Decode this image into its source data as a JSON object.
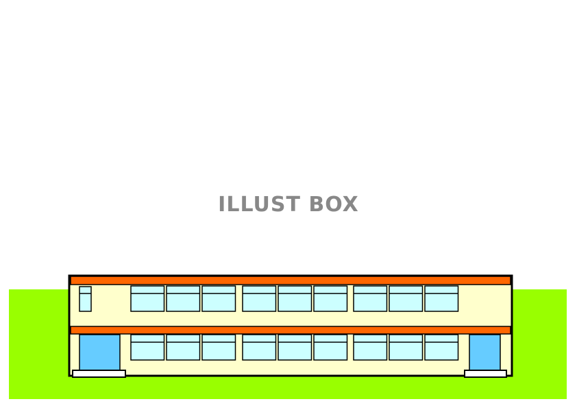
{
  "watermark": {
    "text": "ILLUST BOX"
  },
  "colors": {
    "background": "#ffffff",
    "grass": "#99ff00",
    "wall": "#ffffcc",
    "roof_band": "#ff6600",
    "window_glass": "#ccffff",
    "door": "#66ccff",
    "outline": "#000000",
    "watermark": "#888888"
  },
  "building": {
    "floors": 2,
    "window_groups_per_floor": 3,
    "windows_per_group": 3,
    "doors": 2
  }
}
